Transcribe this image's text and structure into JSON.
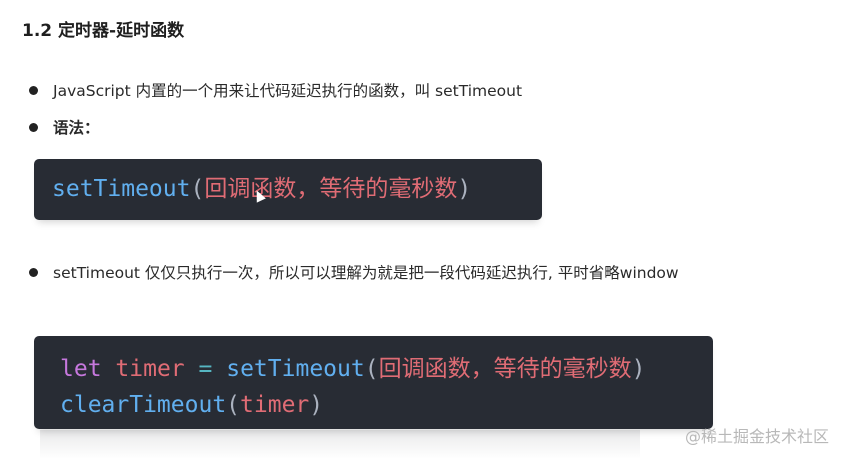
{
  "heading": "1.2 定时器-延时函数",
  "bullets": {
    "intro": "JavaScript 内置的一个用来让代码延迟执行的函数，叫 setTimeout",
    "syntax_label": "语法：",
    "note": "setTimeout 仅仅只执行一次，所以可以理解为就是把一段代码延迟执行, 平时省略window"
  },
  "code1": {
    "fn": "setTimeout",
    "open": "(",
    "arg1": "回调函数",
    "comma": "，",
    "arg2": "等待的毫秒数",
    "close": ")"
  },
  "code2": {
    "line1": {
      "kw": "let",
      "var": "timer",
      "op": "=",
      "fn": "setTimeout",
      "open": "(",
      "arg1": "回调函数",
      "comma": "，",
      "arg2": "等待的毫秒数",
      "close": ")"
    },
    "line2": {
      "fn": "clearTimeout",
      "open": "(",
      "arg": "timer",
      "close": ")"
    }
  },
  "watermark": "@稀土掘金技术社区",
  "colors": {
    "code_bg": "#282c34",
    "keyword": "#c678dd",
    "variable": "#e06c75",
    "function": "#61afef",
    "operator": "#56b6c2"
  }
}
